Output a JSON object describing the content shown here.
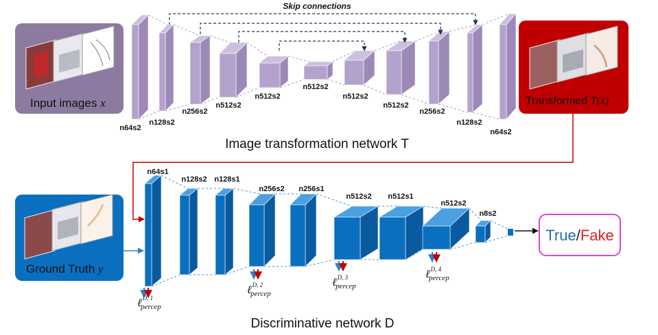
{
  "input_box": {
    "label": "Input images",
    "var": "x",
    "color": "#8c7aa0"
  },
  "transformed_box": {
    "label": "Transformed",
    "var": "T(x)",
    "color": "#c00000"
  },
  "ground_truth_box": {
    "label": "Ground Truth",
    "var": "y",
    "color": "#0b6fc0"
  },
  "true_fake": {
    "true": "True",
    "sep": "/",
    "fake": "Fake",
    "true_color": "#1f6fb8",
    "fake_color": "#e02020",
    "border": "#e040e0"
  },
  "skip_label": "Skip connections",
  "transform_title": "Image transformation network T",
  "discrim_title": "Discriminative network D",
  "transform_layers": [
    "n64s2",
    "n128s2",
    "n256s2",
    "n512s2",
    "n512s2",
    "n512s2",
    "n512s2",
    "n512s2",
    "n256s2",
    "n128s2",
    "n64s2"
  ],
  "discrim_layers": [
    "n64s1",
    "n128s2",
    "n128s1",
    "n256s2",
    "n256s1",
    "n512s2",
    "n512s1",
    "n512s2",
    "n8s2"
  ],
  "losses": [
    {
      "sup": "D, 1",
      "sub": "percep"
    },
    {
      "sup": "D, 2",
      "sub": "percep"
    },
    {
      "sup": "D, 3",
      "sub": "percep"
    },
    {
      "sup": "D, 4",
      "sub": "percep"
    }
  ],
  "colors": {
    "transform_front": "#b3a3cc",
    "transform_top": "#cdc0de",
    "transform_side": "#9c89b8",
    "discrim_front": "#0b6fc0",
    "discrim_top": "#4aa0e0",
    "discrim_side": "#0a5aa0"
  }
}
